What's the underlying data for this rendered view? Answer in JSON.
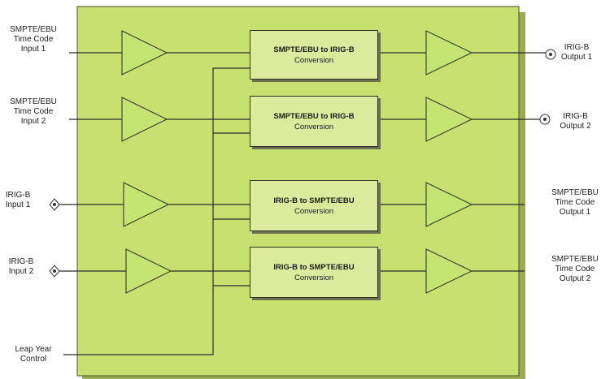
{
  "inputs": [
    {
      "label": "SMPTE/EBU\nTime Code\nInput 1"
    },
    {
      "label": "SMPTE/EBU\nTime Code\nInput 2"
    },
    {
      "label": "IRIG-B\nInput 1"
    },
    {
      "label": "IRIG-B\nInput  2"
    }
  ],
  "converters": [
    {
      "line1": "SMPTE/EBU to IRIG-B",
      "line2": "Conversion"
    },
    {
      "line1": "SMPTE/EBU to IRIG-B",
      "line2": "Conversion"
    },
    {
      "line1": "IRIG-B to SMPTE/EBU",
      "line2": "Conversion"
    },
    {
      "line1": "IRIG-B to SMPTE/EBU",
      "line2": "Conversion"
    }
  ],
  "outputs": [
    {
      "label": "IRIG-B\nOutput 1"
    },
    {
      "label": "IRIG-B\nOutput 2"
    },
    {
      "label": "SMPTE/EBU\nTime Code\nOutput 1"
    },
    {
      "label": "SMPTE/EBU\nTime Code\nOutput 2"
    }
  ],
  "control": {
    "label": "Leap Year\nControl"
  },
  "colors": {
    "panel": "#c8e070",
    "amplifier": "#c5e573",
    "converter_box": "#dcea9e",
    "line": "#2a2a2a"
  }
}
